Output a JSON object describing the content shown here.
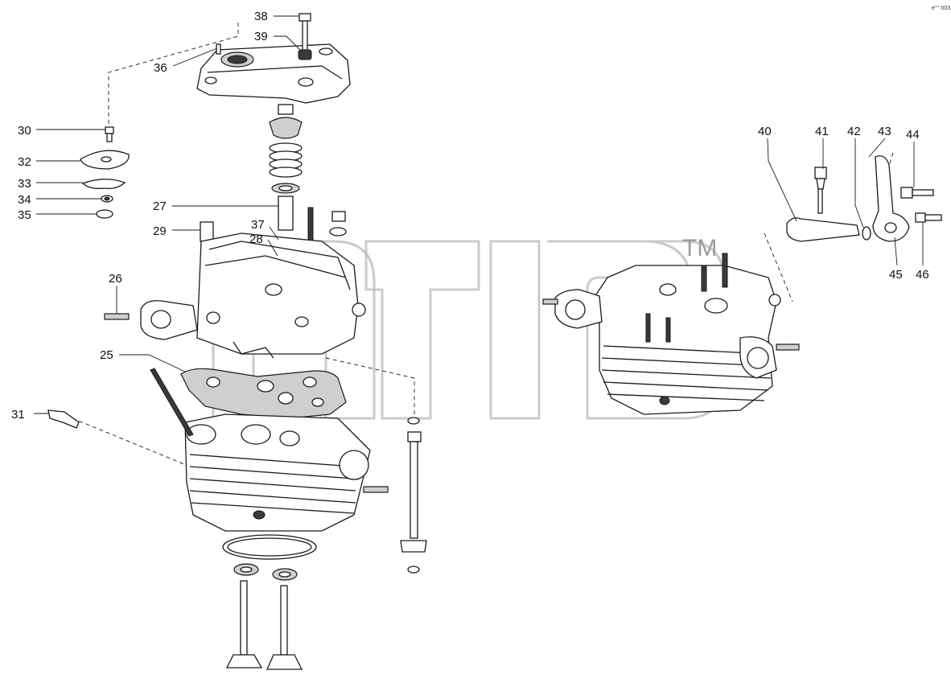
{
  "diagram": {
    "callouts": [
      {
        "id": "c38",
        "label": "38"
      },
      {
        "id": "c39",
        "label": "39"
      },
      {
        "id": "c36",
        "label": "36"
      },
      {
        "id": "c30",
        "label": "30"
      },
      {
        "id": "c32",
        "label": "32"
      },
      {
        "id": "c33",
        "label": "33"
      },
      {
        "id": "c34",
        "label": "34"
      },
      {
        "id": "c35",
        "label": "35"
      },
      {
        "id": "c27",
        "label": "27"
      },
      {
        "id": "c29",
        "label": "29"
      },
      {
        "id": "c37",
        "label": "37"
      },
      {
        "id": "c28",
        "label": "28"
      },
      {
        "id": "c26",
        "label": "26"
      },
      {
        "id": "c25",
        "label": "25"
      },
      {
        "id": "c31",
        "label": "31"
      },
      {
        "id": "c40",
        "label": "40"
      },
      {
        "id": "c41",
        "label": "41"
      },
      {
        "id": "c42",
        "label": "42"
      },
      {
        "id": "c43",
        "label": "43"
      },
      {
        "id": "c44",
        "label": "44"
      },
      {
        "id": "c45",
        "label": "45"
      },
      {
        "id": "c46",
        "label": "46"
      }
    ],
    "watermark": {
      "trademark": "TM"
    },
    "corner_mark": "e°° 003"
  }
}
